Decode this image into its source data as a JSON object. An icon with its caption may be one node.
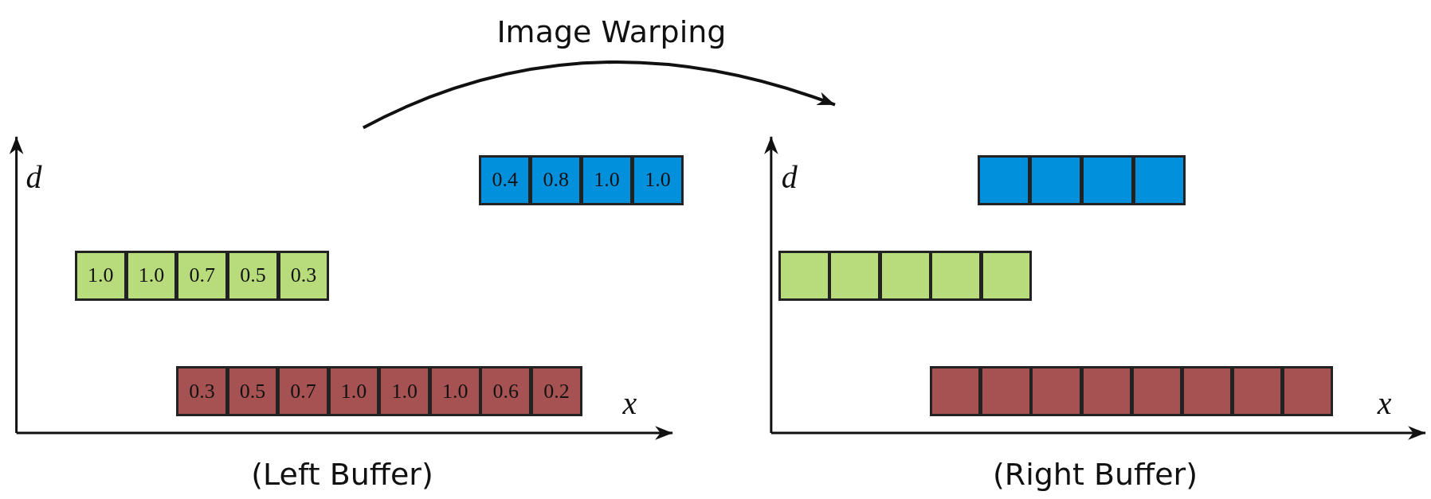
{
  "diagram": {
    "nodes": [
      {
        "text": [
          "0.4"
        ]
      },
      {
        "text": [
          "0.8"
        ]
      },
      {
        "text": [
          "1.0"
        ]
      },
      {
        "text": [
          "1.0"
        ]
      },
      {
        "text": [
          "1.0"
        ]
      },
      {
        "text": [
          "1.0"
        ]
      },
      {
        "text": [
          "0.7"
        ]
      },
      {
        "text": [
          "0.5"
        ]
      },
      {
        "text": [
          "0.3"
        ]
      },
      {
        "text": [
          "0.3"
        ]
      },
      {
        "text": [
          "0.5"
        ]
      },
      {
        "text": [
          "0.7"
        ]
      },
      {
        "text": [
          "1.0"
        ]
      },
      {
        "text": [
          "1.0"
        ]
      },
      {
        "text": [
          "1.0"
        ]
      },
      {
        "text": [
          "0.6"
        ]
      },
      {
        "text": [
          "0.2"
        ]
      },
      {
        "text": [],
        "shape": "box"
      },
      {
        "text": [],
        "shape": "box"
      },
      {
        "text": [],
        "shape": "box"
      },
      {
        "text": [],
        "shape": "box"
      },
      {
        "text": [],
        "shape": "box"
      },
      {
        "text": [],
        "shape": "box"
      },
      {
        "text": [],
        "shape": "box"
      },
      {
        "text": [],
        "shape": "box"
      },
      {
        "text": [],
        "shape": "box"
      },
      {
        "text": [],
        "shape": "box"
      },
      {
        "text": [],
        "shape": "box"
      },
      {
        "text": [],
        "shape": "box"
      },
      {
        "text": [],
        "shape": "box"
      },
      {
        "text": [],
        "shape": "box"
      },
      {
        "text": [],
        "shape": "box"
      },
      {
        "text": [],
        "shape": "box"
      },
      {
        "text": [],
        "shape": "box"
      }
    ],
    "labels": [
      "Image Warping",
      "d",
      "d",
      "x",
      "x",
      "(Left Buffer)",
      "(Right Buffer)"
    ]
  }
}
